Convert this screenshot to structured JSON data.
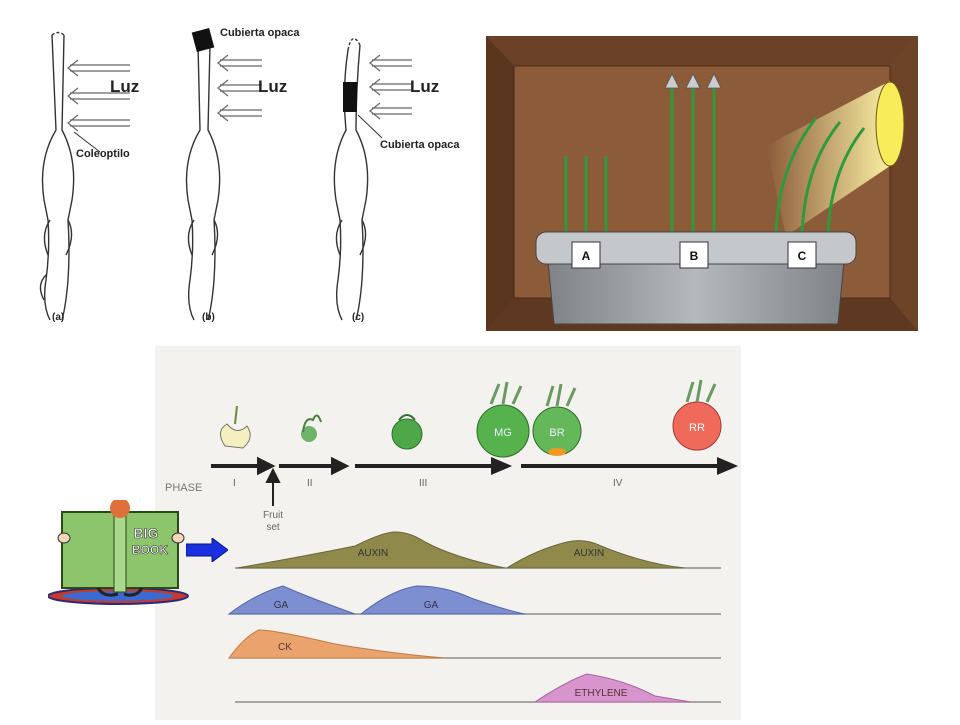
{
  "coleoptile_panel": {
    "light_label": "Luz",
    "coleoptile_label": "Coleoptilo",
    "opaque_cover_label": "Cubierta opaca",
    "panel_a_label": "(a)",
    "panel_b_label": "(b)",
    "panel_c_label": "(c)"
  },
  "phototropism_box": {
    "pot_labels": [
      "A",
      "B",
      "C"
    ],
    "colors": {
      "box": "#8a5a3a",
      "pot": "#9ea1a6",
      "stem": "#2f9a3c",
      "light": "#f8ec5a"
    }
  },
  "fruit_development": {
    "phase_label": "PHASE",
    "phases": [
      "I",
      "II",
      "III",
      "IV"
    ],
    "fruit_set_label": "Fruit\nset",
    "stage_labels": [
      "MG",
      "BR",
      "RR"
    ],
    "hormones": {
      "auxin_1": "AUXIN",
      "auxin_2": "AUXIN",
      "ga_1": "GA",
      "ga_2": "GA",
      "ck": "CK",
      "ethylene": "ETHYLENE"
    },
    "colors": {
      "auxin": "#8f8a4c",
      "ga": "#7d8fd1",
      "ck": "#eaa36d",
      "ethylene": "#d894cd"
    }
  },
  "big_book": {
    "title_line1": "BIG",
    "title_line2": "BOOK"
  }
}
